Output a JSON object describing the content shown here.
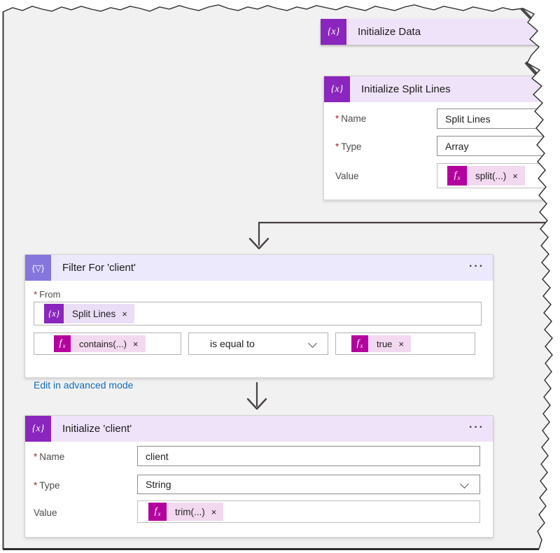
{
  "colors": {
    "canvas_bg": "#f2f1f1",
    "variable_icon_bg": "#8a26bd",
    "variable_header_bg": "#efe3fa",
    "filter_icon_bg": "#8576de",
    "filter_header_bg": "#ebe9fb",
    "fx_icon_bg": "#b4009e",
    "fx_pill_bg": "#f3d9f0",
    "variable_pill_bg": "#eadef7",
    "link_color": "#0f6cbd",
    "required_color": "#a4262c",
    "connector_color": "#454240"
  },
  "icons": {
    "variable_glyph": "{x}",
    "filter_glyph": "{▽}",
    "fx_glyph_f": "f",
    "fx_glyph_x": "x",
    "close_glyph": "×",
    "ellipsis_glyph": "···",
    "required_marker": "*"
  },
  "cards": {
    "initialize_data": {
      "title": "Initialize Data"
    },
    "initialize_split_lines": {
      "title": "Initialize Split Lines",
      "fields": {
        "name": {
          "label": "Name",
          "required": true,
          "value": "Split Lines"
        },
        "type": {
          "label": "Type",
          "required": true,
          "value": "Array"
        },
        "value": {
          "label": "Value",
          "required": false,
          "pill": "split(...)"
        }
      }
    },
    "filter": {
      "title": "Filter For 'client'",
      "from_label": "From",
      "from_pill": "Split Lines",
      "condition": {
        "left_pill": "contains(...)",
        "operator": "is equal to",
        "right_pill": "true"
      },
      "advanced_link": "Edit in advanced mode"
    },
    "initialize_client": {
      "title": "Initialize 'client'",
      "fields": {
        "name": {
          "label": "Name",
          "required": true,
          "value": "client"
        },
        "type": {
          "label": "Type",
          "required": true,
          "value": "String"
        },
        "value": {
          "label": "Value",
          "required": false,
          "pill": "trim(...)"
        }
      }
    }
  }
}
